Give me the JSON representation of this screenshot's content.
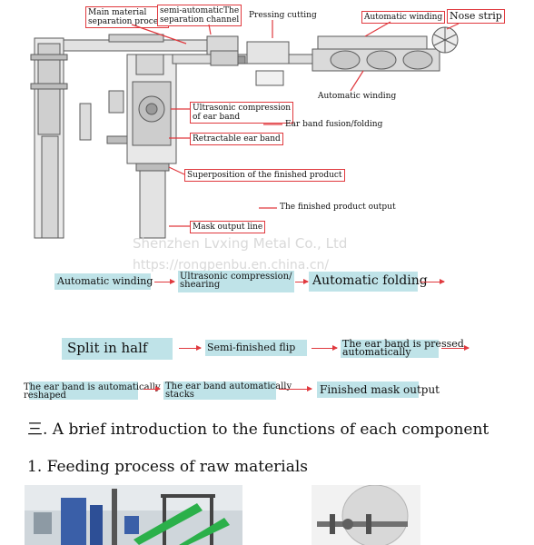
{
  "diagram_labels": {
    "main_material": "Main material\nseparation process",
    "semi_automatic": "semi-automaticThe\nseparation channel",
    "pressing_cutting": "Pressing cutting",
    "automatic_winding_top": "Automatic winding",
    "nose_strip": "Nose strip",
    "automatic_winding_mid": "Automatic winding",
    "ultrasonic_compression": "Ultrasonic compression\nof ear band",
    "ear_band_fusion": "Ear band fusion/folding",
    "retractable_ear_band": "Retractable ear band",
    "superposition": "Superposition of the finished product",
    "finished_product_output": "The finished product output",
    "mask_output_line": "Mask output line"
  },
  "watermark": {
    "line1": "Shenzhen Lvxing Metal Co., Ltd",
    "line2": "https://rongpenbu.en.china.cn/"
  },
  "flow": {
    "row1": [
      "Automatic winding",
      "Ultrasonic compression/\nshearing",
      "Automatic folding"
    ],
    "row2": [
      "Split in half",
      "Semi-finished flip",
      "The ear band is pressed\nautomatically"
    ],
    "row3": [
      "The ear band is automatically\nreshaped",
      "The ear band automatically\nstacks",
      "Finished mask output"
    ]
  },
  "section_heading": "三. A brief introduction to the functions of each component",
  "subsection_heading": "1. Feeding process of raw materials",
  "colors": {
    "accent_red": "#e0393e",
    "pill_bg": "#bfe3e8",
    "drawing_gray": "#5a5a5a"
  }
}
